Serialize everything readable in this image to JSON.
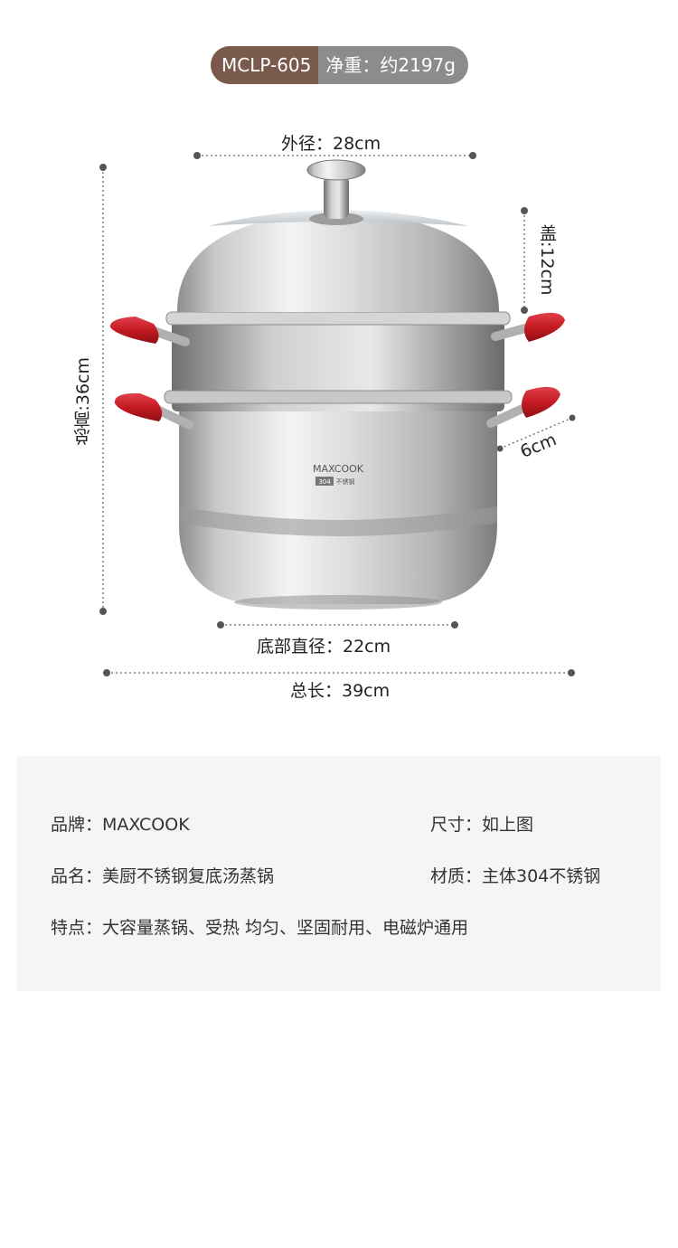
{
  "badge": {
    "model": "MCLP-605",
    "weight": "净重：约2197g"
  },
  "dimensions": {
    "outer_diameter": "外径：28cm",
    "lid_height": "盖:12cm",
    "total_height": "总高:36cm",
    "handle_width": "6cm",
    "base_diameter": "底部直径：22cm",
    "total_length": "总长：39cm"
  },
  "product": {
    "brand_mark": "MAXCOOK",
    "material_mark": "304",
    "material_text": "不锈钢"
  },
  "specs": {
    "brand": "品牌：MAXCOOK",
    "size": "尺寸：如上图",
    "name": "品名：美厨不锈钢复底汤蒸锅",
    "material": "材质：主体304不锈钢",
    "features": "特点：大容量蒸锅、受热 均匀、坚固耐用、电磁炉通用"
  },
  "colors": {
    "badge_left": "#7a5a4c",
    "badge_right": "#8c8c8c",
    "handle": "#c41a22",
    "panel_bg": "#f5f5f5"
  }
}
